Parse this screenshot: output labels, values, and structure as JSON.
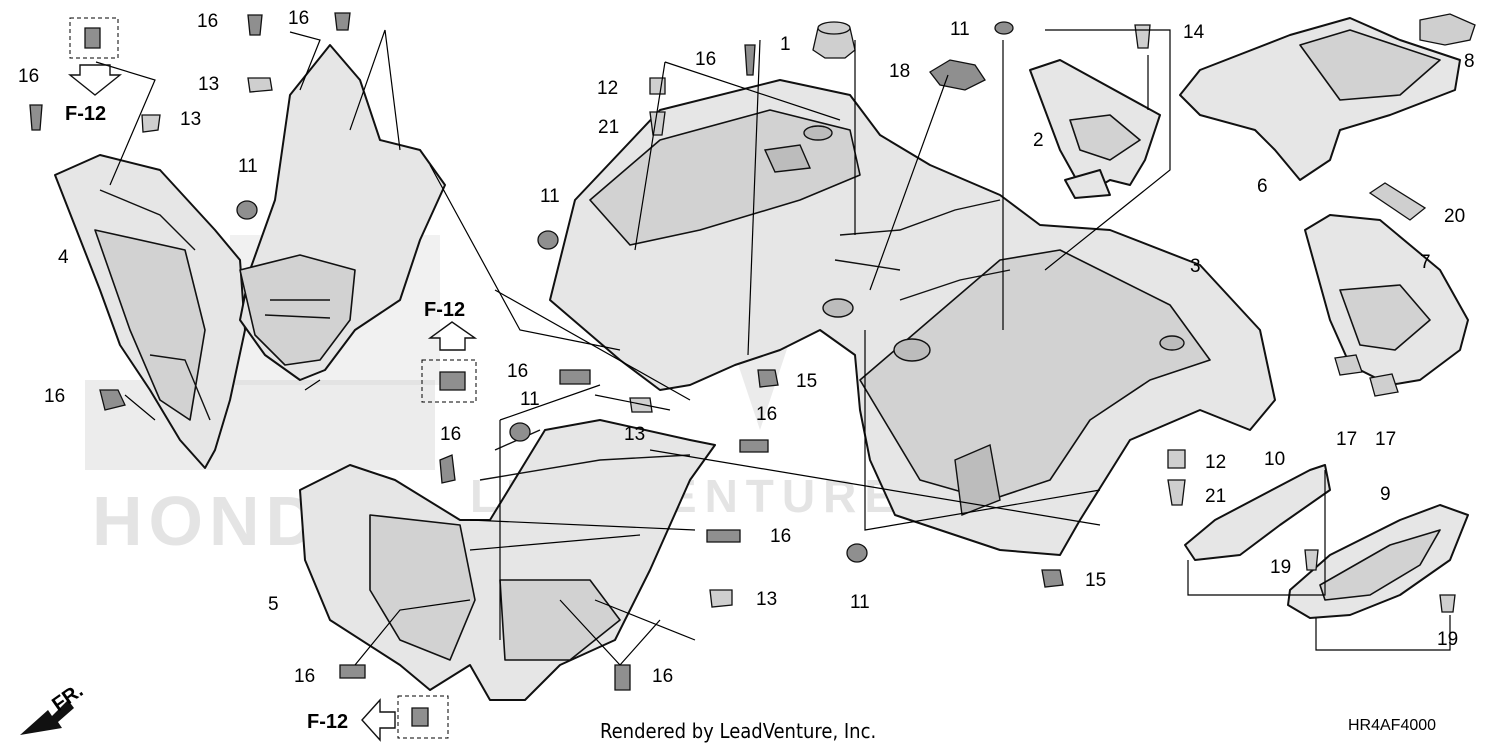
{
  "callouts": {
    "c_16_a": "16",
    "c_16_b": "16",
    "c_16_c": "16",
    "c_16_d": "16",
    "c_16_e": "16",
    "c_16_f": "16",
    "c_16_g": "16",
    "c_16_h": "16",
    "c_16_i": "16",
    "c_16_j": "16",
    "c_16_k": "16",
    "c_13_a": "13",
    "c_13_b": "13",
    "c_13_c": "13",
    "c_13_d": "13",
    "c_11_a": "11",
    "c_11_b": "11",
    "c_11_c": "11",
    "c_11_d": "11",
    "c_11_e": "11",
    "c_12_a": "12",
    "c_12_b": "12",
    "c_21_a": "21",
    "c_21_b": "21",
    "c_15_a": "15",
    "c_15_b": "15",
    "c_17_a": "17",
    "c_17_b": "17",
    "c_19_a": "19",
    "c_19_b": "19",
    "c_1": "1",
    "c_2": "2",
    "c_3": "3",
    "c_4": "4",
    "c_5": "5",
    "c_6": "6",
    "c_7": "7",
    "c_8": "8",
    "c_9": "9",
    "c_10": "10",
    "c_14": "14",
    "c_18": "18",
    "c_20": "20"
  },
  "references": {
    "f12_a": "F-12",
    "f12_b": "F-12",
    "f12_c": "F-12"
  },
  "front_marker": "FR.",
  "credit": "Rendered by LeadVenture, Inc.",
  "diagram_code": "HR4AF4000",
  "watermarks": {
    "brand": "HONDA",
    "dealer": "LEADVENTURE"
  }
}
